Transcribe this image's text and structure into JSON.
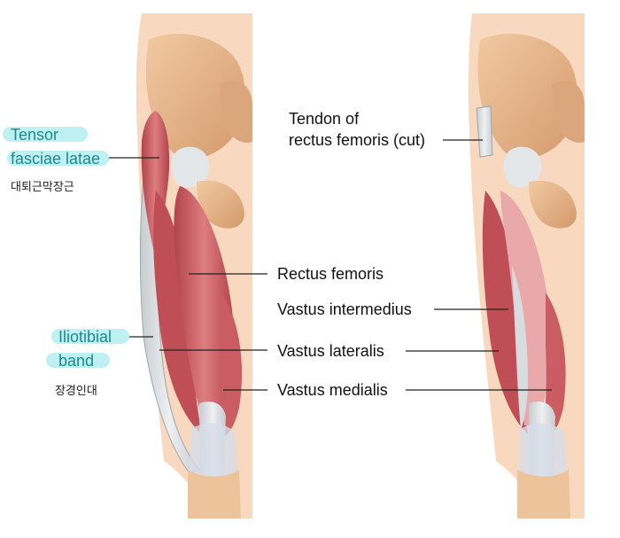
{
  "left_labels": {
    "tensor_line1": "Tensor",
    "tensor_line2": "fasciae latae",
    "tensor_korean": "대퇴근막장근",
    "itb_line1": "Iliotibial",
    "itb_line2": "band",
    "itb_korean": "장경인대"
  },
  "center_labels": {
    "rectus_femoris": "Rectus femoris",
    "vastus_intermedius": "Vastus intermedius",
    "vastus_lateralis": "Vastus lateralis",
    "vastus_medialis": "Vastus medialis"
  },
  "right_labels": {
    "tendon_line1": "Tendon of",
    "tendon_line2": "rectus femoris (cut)"
  },
  "colors": {
    "skin": "#f8d9c0",
    "bone": "#e6b88e",
    "muscle": "#c8585f",
    "tendon": "#d8dcdf",
    "label_highlight": "#bff0f2",
    "teal_text": "#1b8a8c"
  }
}
